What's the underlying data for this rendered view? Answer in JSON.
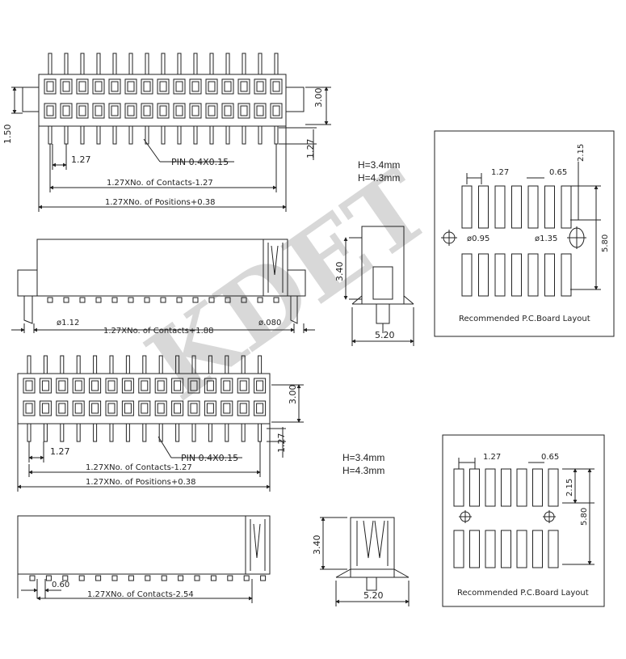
{
  "watermark": "KDET",
  "top_section": {
    "dim_300": "3.00",
    "dim_150": "1.50",
    "dim_127_right": "1.27",
    "dim_127_pitch": "1.27",
    "pin_label": "PIN 0.4X0.15",
    "formula_contacts": "1.27XNo. of Contacts-1.27",
    "formula_positions": "1.27XNo. of Positions+0.38"
  },
  "side_view_1": {
    "dia_left": "ø1.12",
    "formula": "1.27XNo. of Contacts+1.88",
    "dia_right": "ø.080"
  },
  "end_view_1": {
    "height_options": [
      "H=3.4mm",
      "H=4.3mm"
    ],
    "dim_height": "3.40",
    "dim_width": "5.20"
  },
  "pcb_layout_1": {
    "dim_127": "1.27",
    "dim_065": "0.65",
    "dim_215": "2.15",
    "dim_580": "5.80",
    "hole_left": "ø0.95",
    "hole_right": "ø1.35",
    "caption": "Recommended P.C.Board Layout"
  },
  "mid_section": {
    "dim_300": "3.00",
    "dim_127_right": "1.27",
    "dim_127_pitch": "1.27",
    "pin_label": "PIN 0.4X0.15",
    "formula_contacts": "1.27XNo. of Contacts-1.27",
    "formula_positions": "1.27XNo. of Positions+0.38"
  },
  "side_view_2": {
    "dim_060": "0.60",
    "formula": "1.27XNo. of Contacts-2.54"
  },
  "end_view_2": {
    "height_options": [
      "H=3.4mm",
      "H=4.3mm"
    ],
    "dim_height": "3.40",
    "dim_width": "5.20"
  },
  "pcb_layout_2": {
    "dim_127": "1.27",
    "dim_065": "0.65",
    "dim_215": "2.15",
    "dim_580": "5.80",
    "caption": "Recommended P.C.Board Layout"
  }
}
